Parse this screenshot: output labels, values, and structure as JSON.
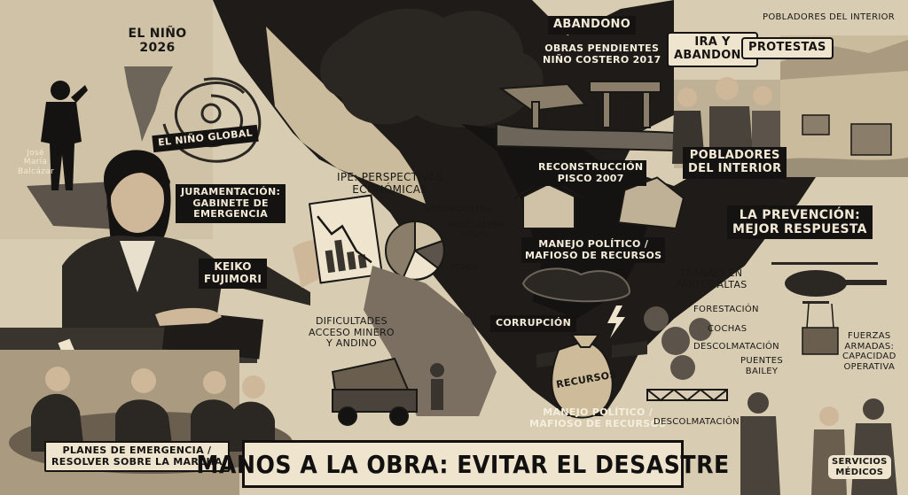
{
  "title": "MANOS A LA OBRA: EVITAR EL DESASTRE",
  "labels": {
    "nino_2026": "EL NIÑO\n2026",
    "nino_global": "EL NIÑO GLOBAL",
    "jose_maria": "José\nMaría\nBalcázar",
    "juramentacion": "JURAMENTACIÓN:\nGABINETE DE\nEMERGENCIA",
    "keiko": "KEIKO\nFUJIMORI",
    "planes": "PLANES DE EMERGENCIA /\nRESOLVER SOBRE LA MARCHA",
    "ipe": "IPE: PERSPECTIVAS\nECONÓMICAS",
    "agroindustria": "AGROINDUSTRIA",
    "agricultura": "AGRICULTURA\nLOCAL",
    "pesca": "PESCA",
    "dificultades": "DIFICULTADES\nACCESO MINERO\nY ANDINO",
    "abandono": "ABANDONO",
    "obras": "OBRAS PENDIENTES\nNIÑO COSTERO 2017",
    "reconstruccion": "RECONSTRUCCIÓN\nPISCO 2007",
    "manejo_1": "MANEJO POLÍTICO /\nMAFIOSO DE RECURSOS",
    "corrupcion": "CORRUPCIÓN",
    "recursos": "RECURSOS",
    "manejo_2": "MANEJO POLÍTICO /\nMAFIOSO DE RECURSOS",
    "ira": "IRA Y\nABANDONO",
    "protestas": "PROTESTAS",
    "pobladores_top": "POBLADORES DEL INTERIOR",
    "pobladores": "POBLADORES\nDEL INTERIOR",
    "prevencion": "LA PREVENCIÓN:\nMEJOR RESPUESTA",
    "trabajo": "TRABAJO EN\nPARTES ALTAS",
    "forestacion": "FORESTACIÓN",
    "cochas": "COCHAS",
    "descolmatacion_1": "DESCOLMATACIÓN",
    "puentes": "PUENTES\nBAILEY",
    "fuerzas": "FUERZAS\nARMADAS:\nCAPACIDAD\nOPERATIVA",
    "descolmatacion_2": "DESCOLMATACIÓN",
    "servicios": "SERVICIOS\nMÉDICOS"
  },
  "colors": {
    "paper": "#d8ccb2",
    "ink": "#151311",
    "cream": "#efe5cf"
  }
}
